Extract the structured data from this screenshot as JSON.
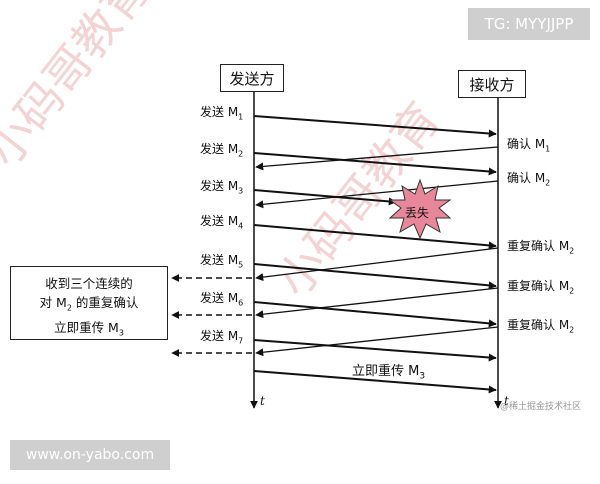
{
  "badges": {
    "tg": "TG: MYYJJPP",
    "site": "www.on-yabo.com"
  },
  "headers": {
    "sender": "发送方",
    "receiver": "接收方"
  },
  "send_labels": [
    {
      "pre": "发送 M",
      "sub": "1"
    },
    {
      "pre": "发送 M",
      "sub": "2"
    },
    {
      "pre": "发送 M",
      "sub": "3"
    },
    {
      "pre": "发送 M",
      "sub": "4"
    },
    {
      "pre": "发送 M",
      "sub": "5"
    },
    {
      "pre": "发送 M",
      "sub": "6"
    },
    {
      "pre": "发送 M",
      "sub": "7"
    }
  ],
  "ack_labels": [
    {
      "pre": "确认 M",
      "sub": "1"
    },
    {
      "pre": "确认 M",
      "sub": "2"
    },
    {
      "pre": "重复确认 M",
      "sub": "2"
    },
    {
      "pre": "重复确认 M",
      "sub": "2"
    },
    {
      "pre": "重复确认 M",
      "sub": "2"
    }
  ],
  "notice": {
    "line1": "收到三个连续的",
    "line2_pre": "对 M",
    "line2_sub": "2",
    "line2_post": " 的重复确认",
    "line3_pre": "立即重传 M",
    "line3_sub": "3"
  },
  "lost": "丢失",
  "retransmit": {
    "pre": "立即重传 M",
    "sub": "3"
  },
  "time_axis": {
    "sender": "t",
    "receiver": "t"
  },
  "credit": "@稀土掘金技术社区",
  "watermark": "小码哥教育",
  "colors": {
    "line": "#111111",
    "burst": "#e8879a",
    "watermark": "#f3d3d3",
    "badge": "#cfcfcf"
  }
}
